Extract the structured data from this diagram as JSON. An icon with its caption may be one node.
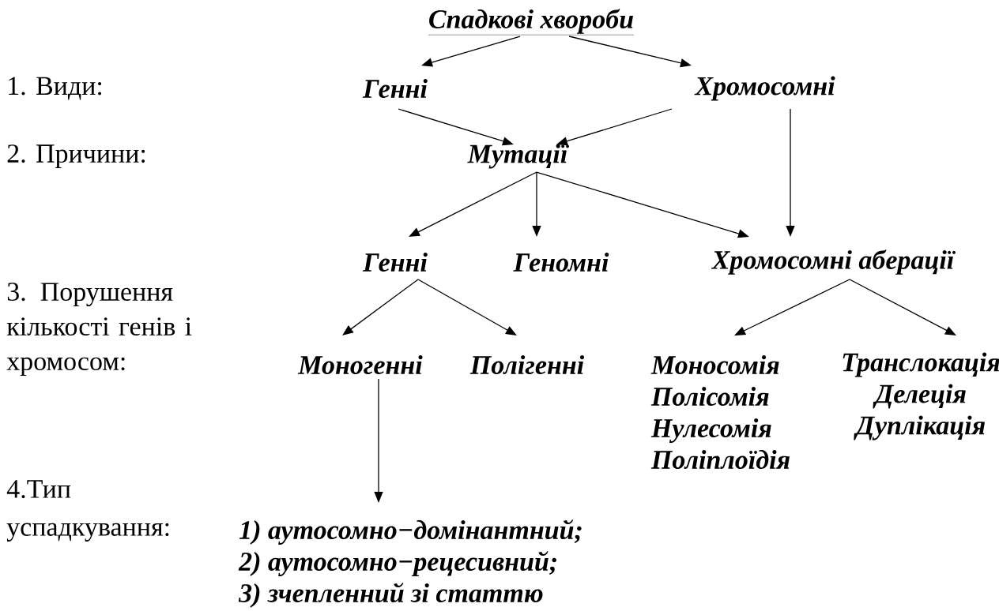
{
  "diagram": {
    "nodes": [
      {
        "text": [
          "Спадкові хвороби"
        ]
      },
      {
        "text": [
          "Генні"
        ]
      },
      {
        "text": [
          "Хромосомні"
        ]
      },
      {
        "text": [
          "Мутації"
        ]
      },
      {
        "text": [
          "Генні"
        ]
      },
      {
        "text": [
          "Геномні"
        ]
      },
      {
        "text": [
          "Хромосомні аберації"
        ]
      },
      {
        "text": [
          "Моногенні"
        ]
      },
      {
        "text": [
          "Полігенні"
        ]
      },
      {
        "text": [
          "Моносомія",
          "Полісомія",
          "Нулесомія",
          "Поліплоїдія"
        ]
      },
      {
        "text": [
          "Транслокація",
          "Делеція",
          "Дуплікація"
        ]
      },
      {
        "text": [
          "1) аутосомно−домінантний;",
          "2) аутосомно−рецесивний;",
          "3) зчепленний зі статтю"
        ]
      }
    ],
    "edges": [
      {
        "from": 0,
        "to": 1,
        "arrow": "to"
      },
      {
        "from": 0,
        "to": 2,
        "arrow": "to"
      },
      {
        "from": 1,
        "to": 3,
        "arrow": "to"
      },
      {
        "from": 2,
        "to": 3,
        "arrow": "to"
      },
      {
        "from": 3,
        "to": 4,
        "arrow": "to"
      },
      {
        "from": 3,
        "to": 5,
        "arrow": "to"
      },
      {
        "from": 3,
        "to": 6,
        "arrow": "to"
      },
      {
        "from": 2,
        "to": 6,
        "arrow": "to"
      },
      {
        "from": 4,
        "to": 7,
        "arrow": "to"
      },
      {
        "from": 4,
        "to": 8,
        "arrow": "to"
      },
      {
        "from": 6,
        "to": 9,
        "arrow": "to"
      },
      {
        "from": 6,
        "to": 10,
        "arrow": "to"
      },
      {
        "from": 7,
        "to": 11,
        "arrow": "to"
      }
    ],
    "labels": [
      "1. Види:",
      "2. Причини:",
      "3. Порушення кількості генів і хромосом:",
      "4.Тип успадкування:"
    ]
  }
}
